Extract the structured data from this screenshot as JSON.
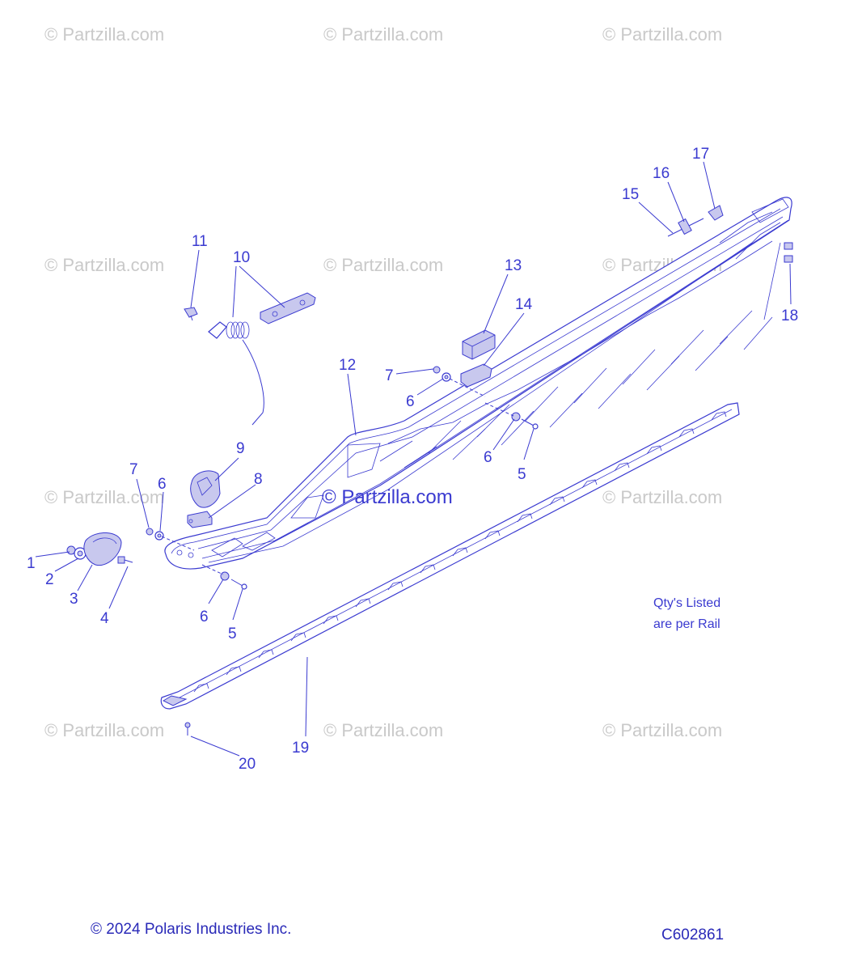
{
  "watermark": "© Partzilla.com",
  "center_watermark": "© Partzilla.com",
  "callouts": [
    "1",
    "2",
    "3",
    "4",
    "5",
    "6",
    "7",
    "8",
    "9",
    "10",
    "11",
    "12",
    "13",
    "14",
    "15",
    "16",
    "17",
    "18",
    "19",
    "20"
  ],
  "note": [
    "Qty's Listed",
    "are per Rail"
  ],
  "copyright": "© 2024 Polaris Industries Inc.",
  "diagram_code": "C602861",
  "colors": {
    "ink": "#3a3ad0",
    "watermark": "#c9c9c9",
    "background": "#ffffff"
  }
}
